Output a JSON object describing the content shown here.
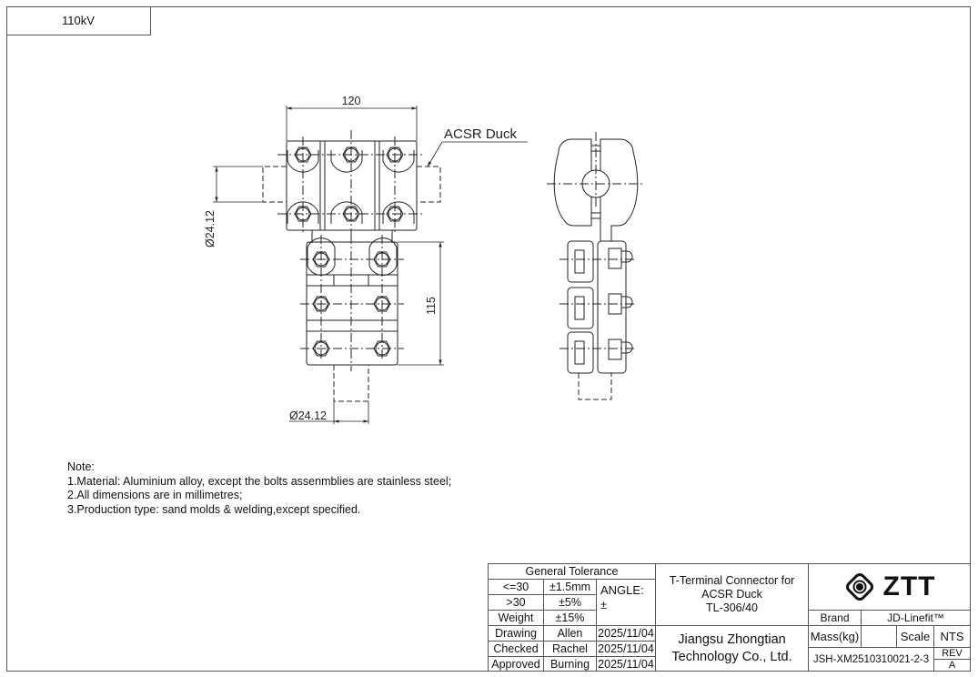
{
  "header": {
    "voltage": "110kV"
  },
  "drawing": {
    "dimensions": {
      "top_width": "120",
      "side_diameter": "Ø24.12",
      "body_height": "115",
      "bottom_diameter": "Ø24.12"
    },
    "callout": "ACSR Duck"
  },
  "notes": {
    "heading": "Note:",
    "items": [
      "1.Material: Aluminium alloy, except the bolts assenmblies are stainless steel;",
      "2.All dimensions are in millimetres;",
      "3.Production type: sand molds & welding,except specified."
    ]
  },
  "title_block": {
    "tolerance": {
      "heading": "General Tolerance",
      "rows": [
        {
          "label": "<=30",
          "value": "±1.5mm"
        },
        {
          "label": ">30",
          "value": "±5%"
        },
        {
          "label": "Weight",
          "value": "±15%"
        }
      ],
      "angle_label": "ANGLE:",
      "angle_value": "±"
    },
    "approvals": [
      {
        "role": "Drawing",
        "name": "Allen",
        "date": "2025/11/04"
      },
      {
        "role": "Checked",
        "name": "Rachel",
        "date": "2025/11/04"
      },
      {
        "role": "Approved",
        "name": "Burning",
        "date": "2025/11/04"
      }
    ],
    "title": {
      "line1": "T-Terminal Connector for",
      "line2": "ACSR Duck",
      "line3": "TL-306/40"
    },
    "company": {
      "line1": "Jiangsu Zhongtian",
      "line2": "Technology Co., Ltd."
    },
    "logo_text": "ZTT",
    "brand_label": "Brand",
    "brand_value": "JD-Linefit™",
    "mass_label": "Mass(kg)",
    "mass_value": "",
    "scale_label": "Scale",
    "scale_value": "NTS",
    "drawing_number": "JSH-XM2510310021-2-3",
    "rev_label": "REV",
    "rev_value": "A"
  },
  "colors": {
    "line": "#222222",
    "border": "#555555",
    "background": "#ffffff"
  }
}
